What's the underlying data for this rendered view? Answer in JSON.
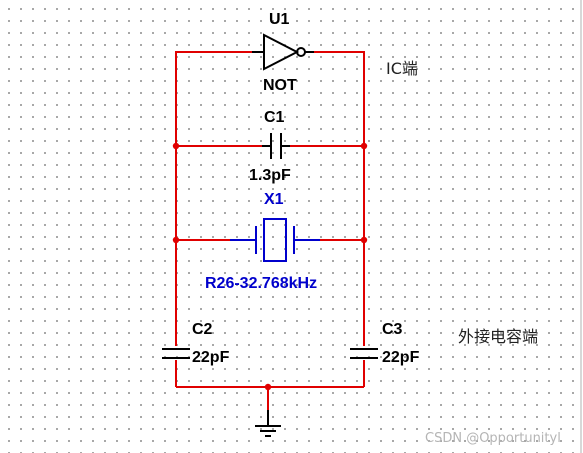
{
  "components": {
    "inverter": {
      "ref": "U1",
      "value": "NOT"
    },
    "c1": {
      "ref": "C1",
      "value": "1.3pF"
    },
    "crystal": {
      "ref": "X1",
      "value": "R26-32.768kHz"
    },
    "c2": {
      "ref": "C2",
      "value": "22pF"
    },
    "c3": {
      "ref": "C3",
      "value": "22pF"
    }
  },
  "annotations": {
    "ic_side": "IC端",
    "external_caps": "外接电容端"
  },
  "watermark": "CSDN @Opportunityl",
  "colors": {
    "wire": "#e00000",
    "component": "#000000",
    "crystal": "#0000cc",
    "grid_dot": "#9a9a9a"
  }
}
